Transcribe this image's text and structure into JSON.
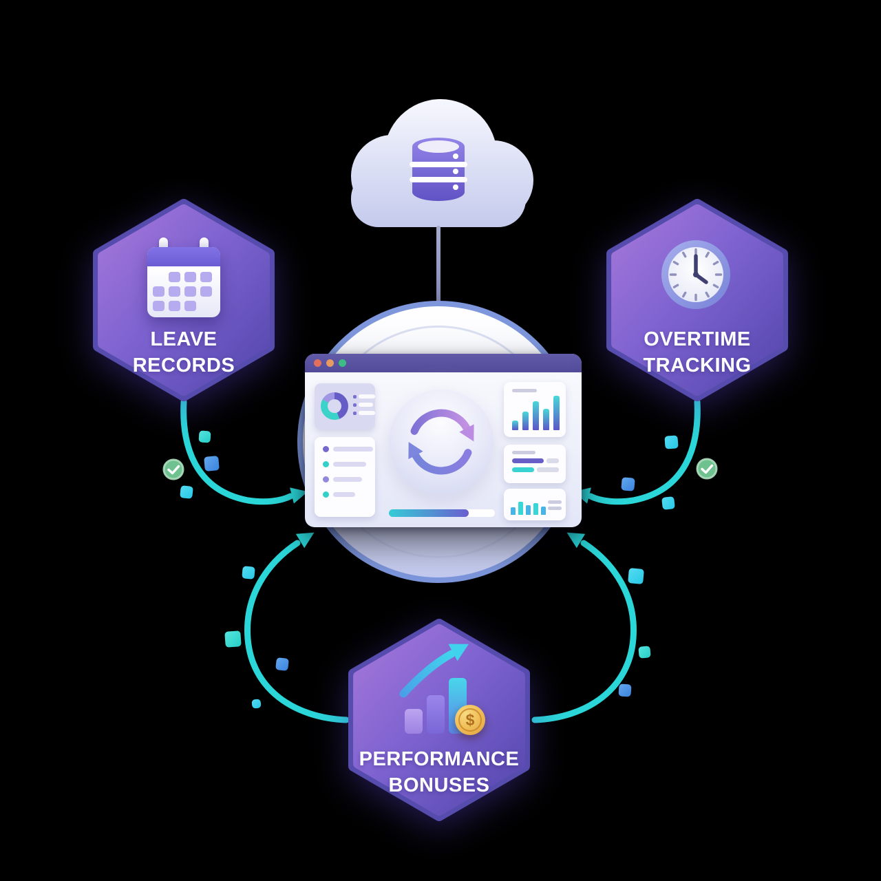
{
  "diagram": {
    "background": "#000000",
    "cloud_node": {
      "icon": "cloud-database-icon"
    },
    "center_node": {
      "icon": "sync-icon",
      "progress_percent": 75,
      "window_controls": [
        "close",
        "minimize",
        "maximize"
      ]
    },
    "badges": [
      {
        "id": "leave-records",
        "line1": "LEAVE",
        "line2": "RECORDS",
        "icon": "calendar-icon"
      },
      {
        "id": "overtime-tracking",
        "line1": "OVERTIME",
        "line2": "TRACKING",
        "icon": "clock-icon"
      },
      {
        "id": "performance-bonuses",
        "line1": "PERFORMANCE",
        "line2": "BONUSES",
        "icon": "growth-bars-coin-icon"
      }
    ],
    "decorations": {
      "check_icon": "check-icon",
      "square_motif": "data-pixel-squares"
    },
    "colors": {
      "arrow_teal": "#2bd6d8",
      "hexagon_purple_light": "#a677da",
      "hexagon_purple_dark": "#5346ac",
      "hexagon_border": "#564cae",
      "accent_teal": "#3bd2ca",
      "accent_purple": "#655cc6",
      "accent_blue": "#418de5",
      "coin_gold": "#eebb54",
      "check_green": "#6fc18f",
      "window_titlebar": "#57519e",
      "circle_ring": "#7d96dc"
    }
  }
}
